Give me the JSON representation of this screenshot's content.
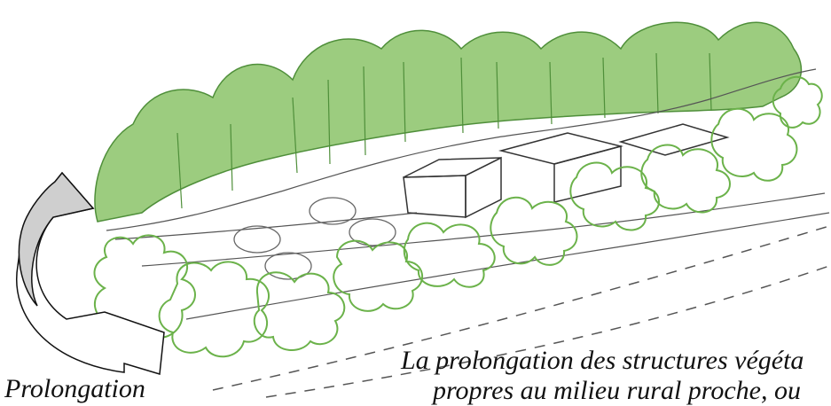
{
  "captions": {
    "left": "Prolongation",
    "right_line_1": "La prolongation des structures végéta",
    "right_line_2": "propres au milieu rural proche, ou"
  },
  "colors": {
    "foliage_fill": "#9ccc7f",
    "foliage_stroke": "#4f8f3a",
    "hedge_outline": "#6bb24a",
    "pencil": "#555555",
    "arrow_fill": "#cfcfcf"
  }
}
